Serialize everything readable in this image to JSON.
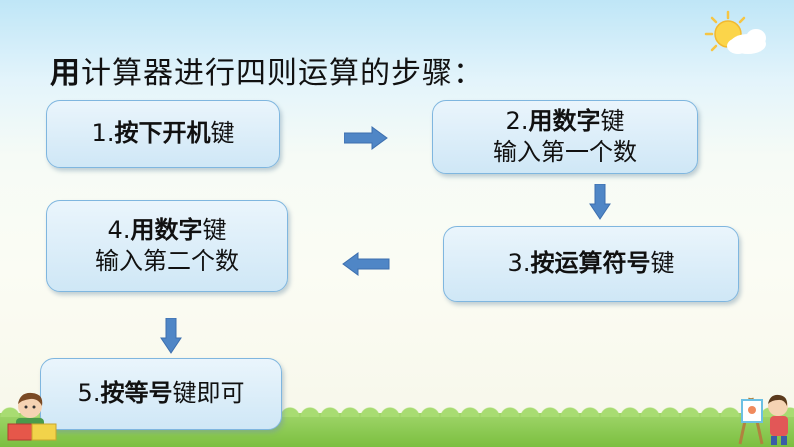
{
  "title": {
    "part1": "用",
    "part2": "计算器进行四则运算的步骤："
  },
  "steps": [
    {
      "id": "1",
      "segments": [
        "1.",
        "按下开机",
        "键"
      ]
    },
    {
      "id": "2",
      "line1": [
        "2.",
        "用数字",
        "键"
      ],
      "line2": "输入第一个数"
    },
    {
      "id": "3",
      "segments": [
        "3.",
        "按运算符号",
        "键"
      ]
    },
    {
      "id": "4",
      "line1": [
        "4.",
        "用数字",
        "键"
      ],
      "line2": "输入第二个数"
    },
    {
      "id": "5",
      "segments": [
        "5.",
        "按等号",
        "键即可"
      ]
    }
  ],
  "colors": {
    "box_fill_top": "#eaf5fc",
    "box_fill_bottom": "#cfe7f6",
    "box_border": "#7fb6df",
    "arrow": "#4f86c6"
  },
  "decorations": [
    "sun-cloud-icon",
    "child-reading-icon",
    "child-painting-icon",
    "grass-strip"
  ]
}
